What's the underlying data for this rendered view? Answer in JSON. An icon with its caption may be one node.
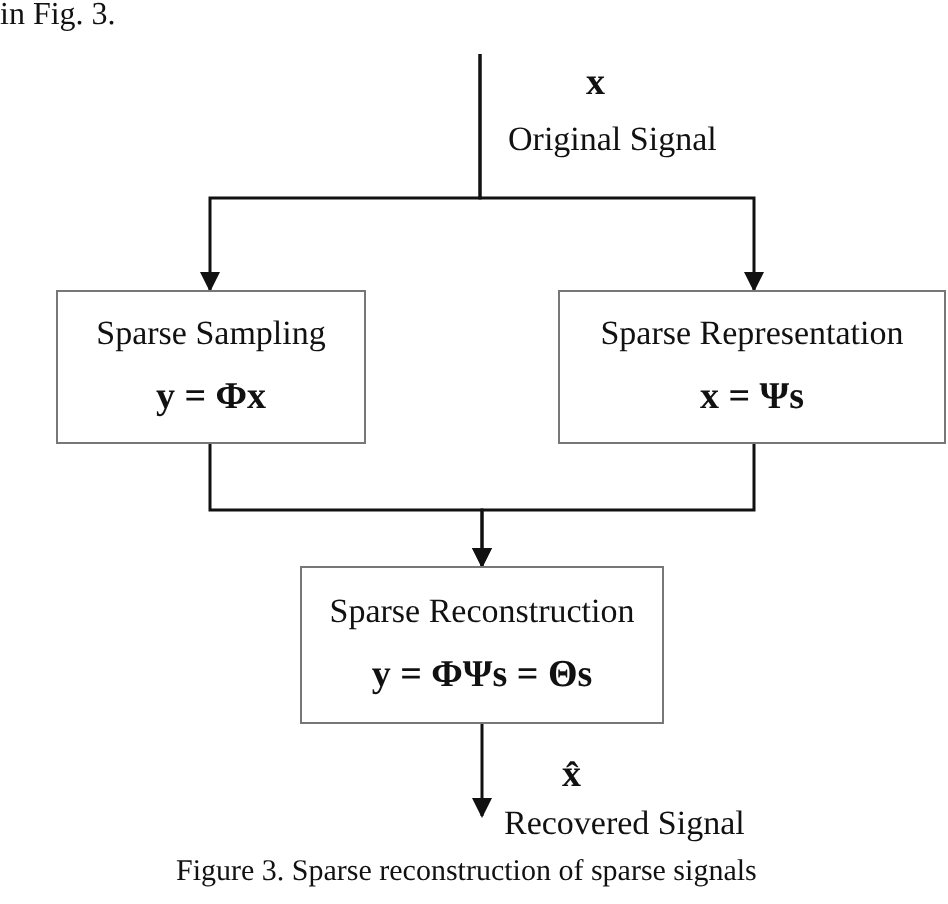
{
  "diagram": {
    "caption": "Figure 3. Sparse reconstruction of sparse signals",
    "nodes": [
      {
        "text": [
          "Sparse Sampling",
          "y = Φx"
        ]
      },
      {
        "text": [
          "Sparse Representation",
          "x = Ψs"
        ]
      },
      {
        "text": [
          "Sparse Reconstruction",
          "y = ΦΨs = Θs"
        ]
      },
      {
        "text": [
          "Recovered Signal"
        ]
      }
    ],
    "edges": [
      {
        "from": null,
        "to": 0,
        "arrow": "to"
      },
      {
        "from": null,
        "to": 1,
        "arrow": "to"
      },
      {
        "from": 0,
        "to": 2,
        "arrow": "to"
      },
      {
        "from": 1,
        "to": 2,
        "arrow": "to"
      },
      {
        "from": 2,
        "to": 3,
        "label": "x̂",
        "arrow": "to"
      }
    ],
    "labels": [
      "in Fig. 3.",
      "x",
      "Original Signal"
    ]
  }
}
